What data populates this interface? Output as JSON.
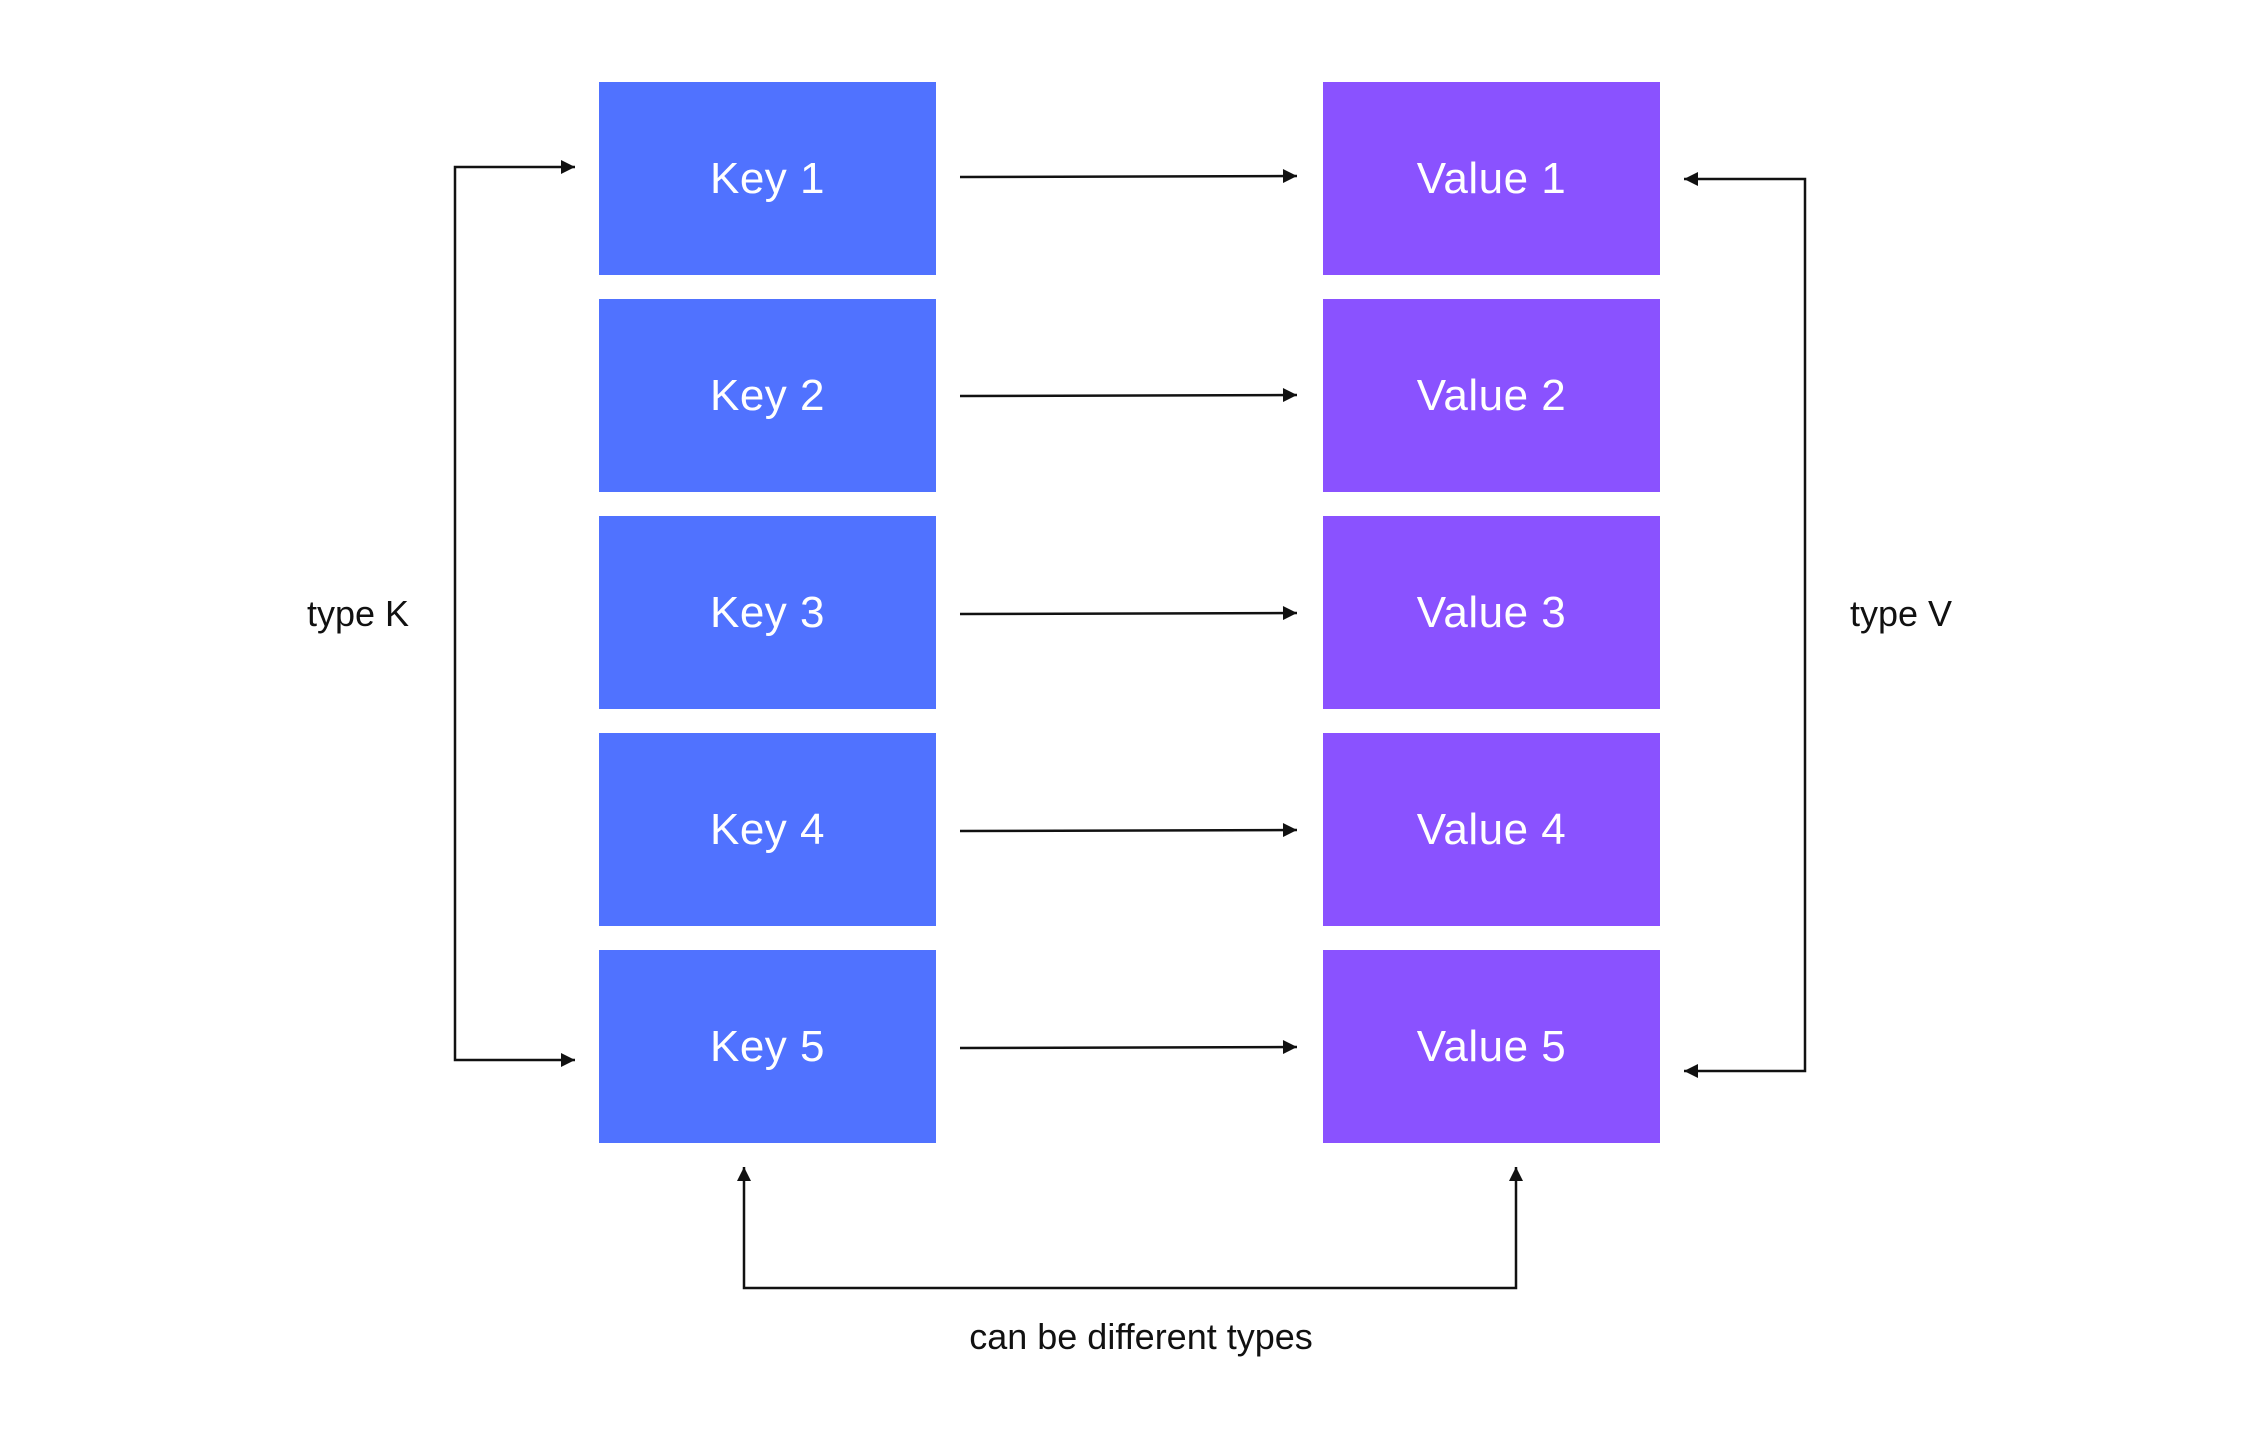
{
  "colors": {
    "key_box": "#5072FF",
    "value_box": "#8A52FF",
    "line": "#111111",
    "background": "#FFFFFF"
  },
  "keys": [
    {
      "label": "Key 1"
    },
    {
      "label": "Key 2"
    },
    {
      "label": "Key 3"
    },
    {
      "label": "Key 4"
    },
    {
      "label": "Key 5"
    }
  ],
  "values": [
    {
      "label": "Value 1"
    },
    {
      "label": "Value 2"
    },
    {
      "label": "Value 3"
    },
    {
      "label": "Value 4"
    },
    {
      "label": "Value 5"
    }
  ],
  "annotations": {
    "key_type": "type K",
    "value_type": "type V",
    "different_types": "can be different types"
  }
}
